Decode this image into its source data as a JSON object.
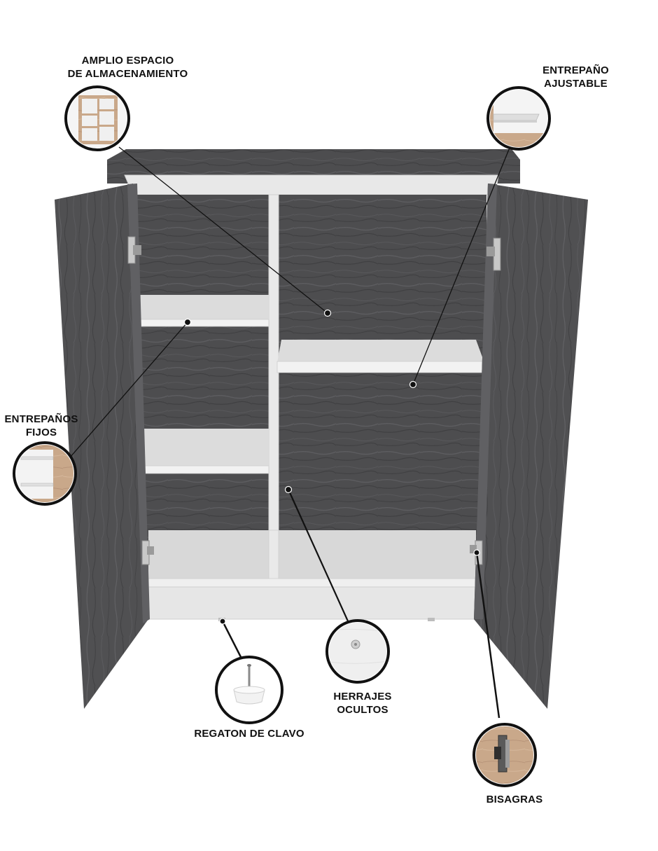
{
  "callouts": {
    "storage": {
      "line1": "AMPLIO ESPACIO",
      "line2": "DE ALMACENAMIENTO",
      "icon": "cabinet-interior-thumbnail"
    },
    "adjustable_shelf": {
      "line1": "ENTREPAÑO",
      "line2": "AJUSTABLE",
      "icon": "shelf-thumbnail"
    },
    "fixed_shelves": {
      "line1": "ENTREPAÑOS",
      "line2": "FIJOS",
      "icon": "fixed-shelves-thumbnail"
    },
    "nail_glide": {
      "line1": "REGATON DE CLAVO",
      "icon": "nail-glide-thumbnail"
    },
    "hidden_hardware": {
      "line1": "HERRAJES",
      "line2": "OCULTOS",
      "icon": "hidden-screw-thumbnail"
    },
    "hinges": {
      "line1": "BISAGRAS",
      "icon": "hinge-thumbnail"
    }
  },
  "colors": {
    "wood_dark": "#4a4a4c",
    "wood_mid": "#5c5c5e",
    "shelf_white": "#e6e6e6",
    "thumbnail_wood": "#c9a88a",
    "ring": "#111111"
  }
}
